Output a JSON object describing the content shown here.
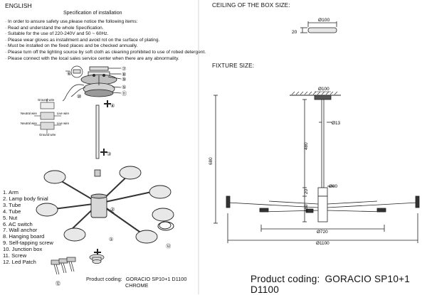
{
  "left": {
    "language": "ENGLISH",
    "spec_title": "Specification of installation",
    "instructions": [
      "· In order to ansure safety use,please notice the following items:",
      "· Read and understand the whole Specification.",
      "· Suitable for the use of 220-240V and 50 ~ 60Hz.",
      "· Please wear gloves as installment and avoid rot on the surface of plating.",
      "· Must be installed on the fixed places and be checked annually.",
      "· Please turn off the lighting source by soft cloth as cleaning prohibited to use of robed detergent.",
      "· Please connect with the local sales service center when there are any abnormality."
    ],
    "parts": [
      "1. Arm",
      "2. Lamp body finial",
      "3. Tube",
      "4. Tube",
      "5. Nut",
      "6. AC switch",
      "7. Wall anchor",
      "8. Hanging board",
      "9. Self-tapping screw",
      "10. Junction box",
      "11. Screw",
      "12. Led Patch"
    ],
    "product_coding_label": "Product coding:",
    "product_code": "GORACIO SP10+1 D1100",
    "finish": "CHROME",
    "wiring": {
      "ground_top": "Ground wire",
      "neutral_left": "Neutral wire",
      "live_right": "Live wire",
      "neutral_left2": "Neutral wire",
      "live_right2": "Live wire",
      "ground_bottom": "Ground wire"
    },
    "callouts": {
      "c7": "⑦",
      "c8": "⑧",
      "c9": "⑨",
      "c5": "⑤",
      "c11": "⑪",
      "c10": "⑩",
      "c6": "⑥",
      "c4": "④",
      "c3": "③",
      "c2": "②",
      "c1": "①",
      "c12": "⑫"
    }
  },
  "right": {
    "box_title": "CEILING OF THE BOX SIZE:",
    "box_diameter": "Ø100",
    "box_height": "20",
    "fixture_title": "FIXTURE SIZE:",
    "dims": {
      "canopy": "Ø100",
      "tube": "Ø13",
      "rod_length": "480",
      "total_height": "680",
      "hub_d": "Ø80",
      "hub_h": "20",
      "arm_h": "160",
      "inner_span": "Ø720",
      "outer_span": "Ø1100"
    },
    "product_coding_label": "Product coding:",
    "product_code": "GORACIO SP10+1 D1100"
  }
}
